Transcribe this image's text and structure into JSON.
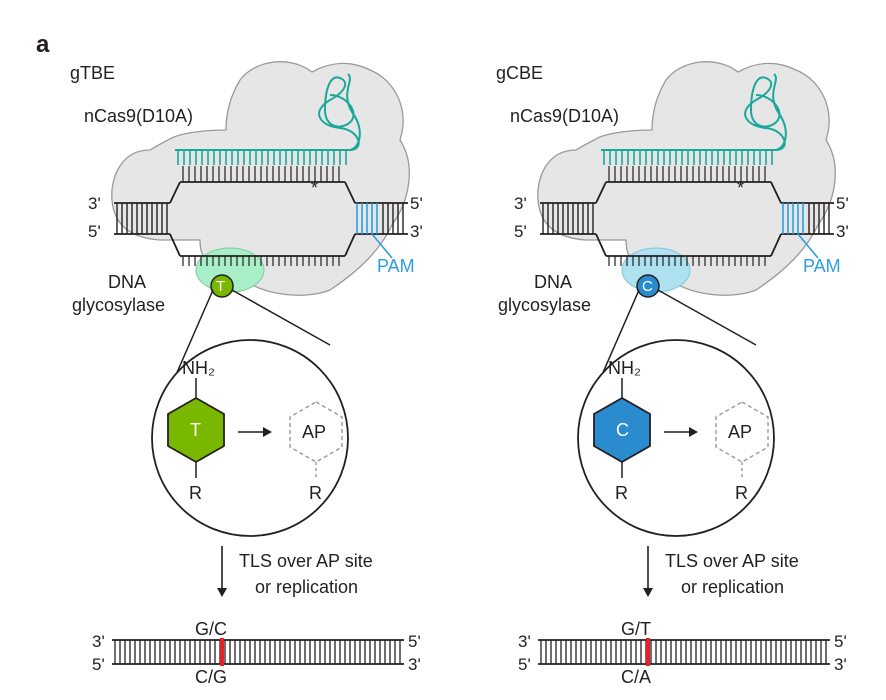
{
  "figure": {
    "panel_letter": "a",
    "panels": [
      {
        "editor_label": "gTBE",
        "cas_label": "nCas9(D10A)",
        "end_3_top": "3'",
        "end_5_top": "5'",
        "end_5_right_top": "5'",
        "end_3_right_bottom": "3'",
        "pam_label": "PAM",
        "enzyme_line1": "DNA",
        "enzyme_line2": "glycosylase",
        "target_base": "T",
        "nh2_label": "NH₂",
        "r_label": "R",
        "ap_label": "AP",
        "ap_r_label": "R",
        "process_line1": "TLS over AP site",
        "process_line2": "or replication",
        "result_top": "G/C",
        "result_bottom": "C/G",
        "result_3_left": "3'",
        "result_5_left": "5'",
        "result_5_right": "5'",
        "result_3_right": "3'",
        "base_color": "#7ab800",
        "enzyme_color": "#a8eec6"
      },
      {
        "editor_label": "gCBE",
        "cas_label": "nCas9(D10A)",
        "end_3_top": "3'",
        "end_5_top": "5'",
        "end_5_right_top": "5'",
        "end_3_right_bottom": "3'",
        "pam_label": "PAM",
        "enzyme_line1": "DNA",
        "enzyme_line2": "glycosylase",
        "target_base": "C",
        "nh2_label": "NH₂",
        "r_label": "R",
        "ap_label": "AP",
        "ap_r_label": "R",
        "process_line1": "TLS over AP site",
        "process_line2": "or replication",
        "result_top": "G/T",
        "result_bottom": "C/A",
        "result_3_left": "3'",
        "result_5_left": "5'",
        "result_5_right": "5'",
        "result_3_right": "3'",
        "base_color": "#2a8ccf",
        "enzyme_color": "#aee2f0"
      }
    ],
    "colors": {
      "guide_rna": "#1aa89a",
      "pam": "#2b9fe0",
      "nick_marker": "#e23ad8",
      "edit_mark": "#e8202a",
      "cas_body": "#e6e6e6",
      "dna": "#231f20"
    }
  }
}
